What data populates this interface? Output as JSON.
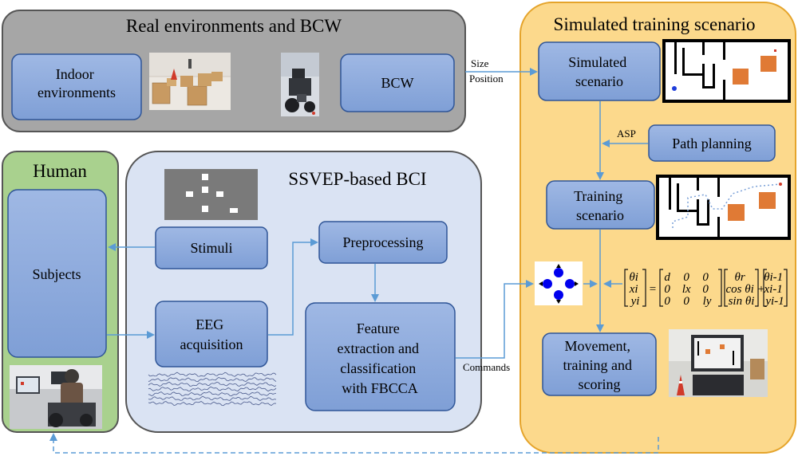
{
  "regions": {
    "real_env": {
      "title": "Real environments and BCW"
    },
    "simulated": {
      "title": "Simulated training scenario"
    },
    "human": {
      "title": "Human"
    },
    "bci": {
      "title": "SSVEP-based BCI"
    }
  },
  "boxes": {
    "indoor": [
      "Indoor",
      "environments"
    ],
    "bcw": [
      "BCW"
    ],
    "simulated_scenario": [
      "Simulated",
      "scenario"
    ],
    "path_planning": [
      "Path planning"
    ],
    "training_scenario": [
      "Training",
      "scenario"
    ],
    "subjects": [
      "Subjects"
    ],
    "stimuli": [
      "Stimuli"
    ],
    "preprocessing": [
      "Preprocessing"
    ],
    "eeg": [
      "EEG",
      "acquisition"
    ],
    "feature": [
      "Feature",
      "extraction and",
      "classification",
      "with FBCCA"
    ],
    "movement": [
      "Movement,",
      "training and",
      "scoring"
    ]
  },
  "edge_labels": {
    "size": "Size",
    "position": "Position",
    "asp": "ASP",
    "commands": "Commands"
  },
  "equation": {
    "lhs": [
      "θi",
      "xi",
      "yi"
    ],
    "matrix": [
      [
        "d",
        "0",
        "0"
      ],
      [
        "0",
        "lx",
        "0"
      ],
      [
        "0",
        "0",
        "ly"
      ]
    ],
    "vec": [
      "θr",
      "cos θi",
      "sin θi"
    ],
    "prev": [
      "θi-1",
      "xi-1",
      "yi-1"
    ]
  },
  "colors": {
    "gray_region": "#a6a6a6",
    "orange_region": "#fcd98c",
    "green_region": "#a9d18e",
    "blue_region": "#dae3f3",
    "box_fill": "#8faadc",
    "box_stroke": "#2f5597",
    "arrow": "#5b9bd5",
    "obstacle": "#e07a35",
    "dir_pad": "#0000ee"
  },
  "images": [
    "indoor-photo",
    "wheelchair-photo",
    "stimuli-screen",
    "eeg-signal",
    "subject-photo",
    "maze-map",
    "maze-path-map",
    "direction-pad",
    "movement-photo"
  ]
}
